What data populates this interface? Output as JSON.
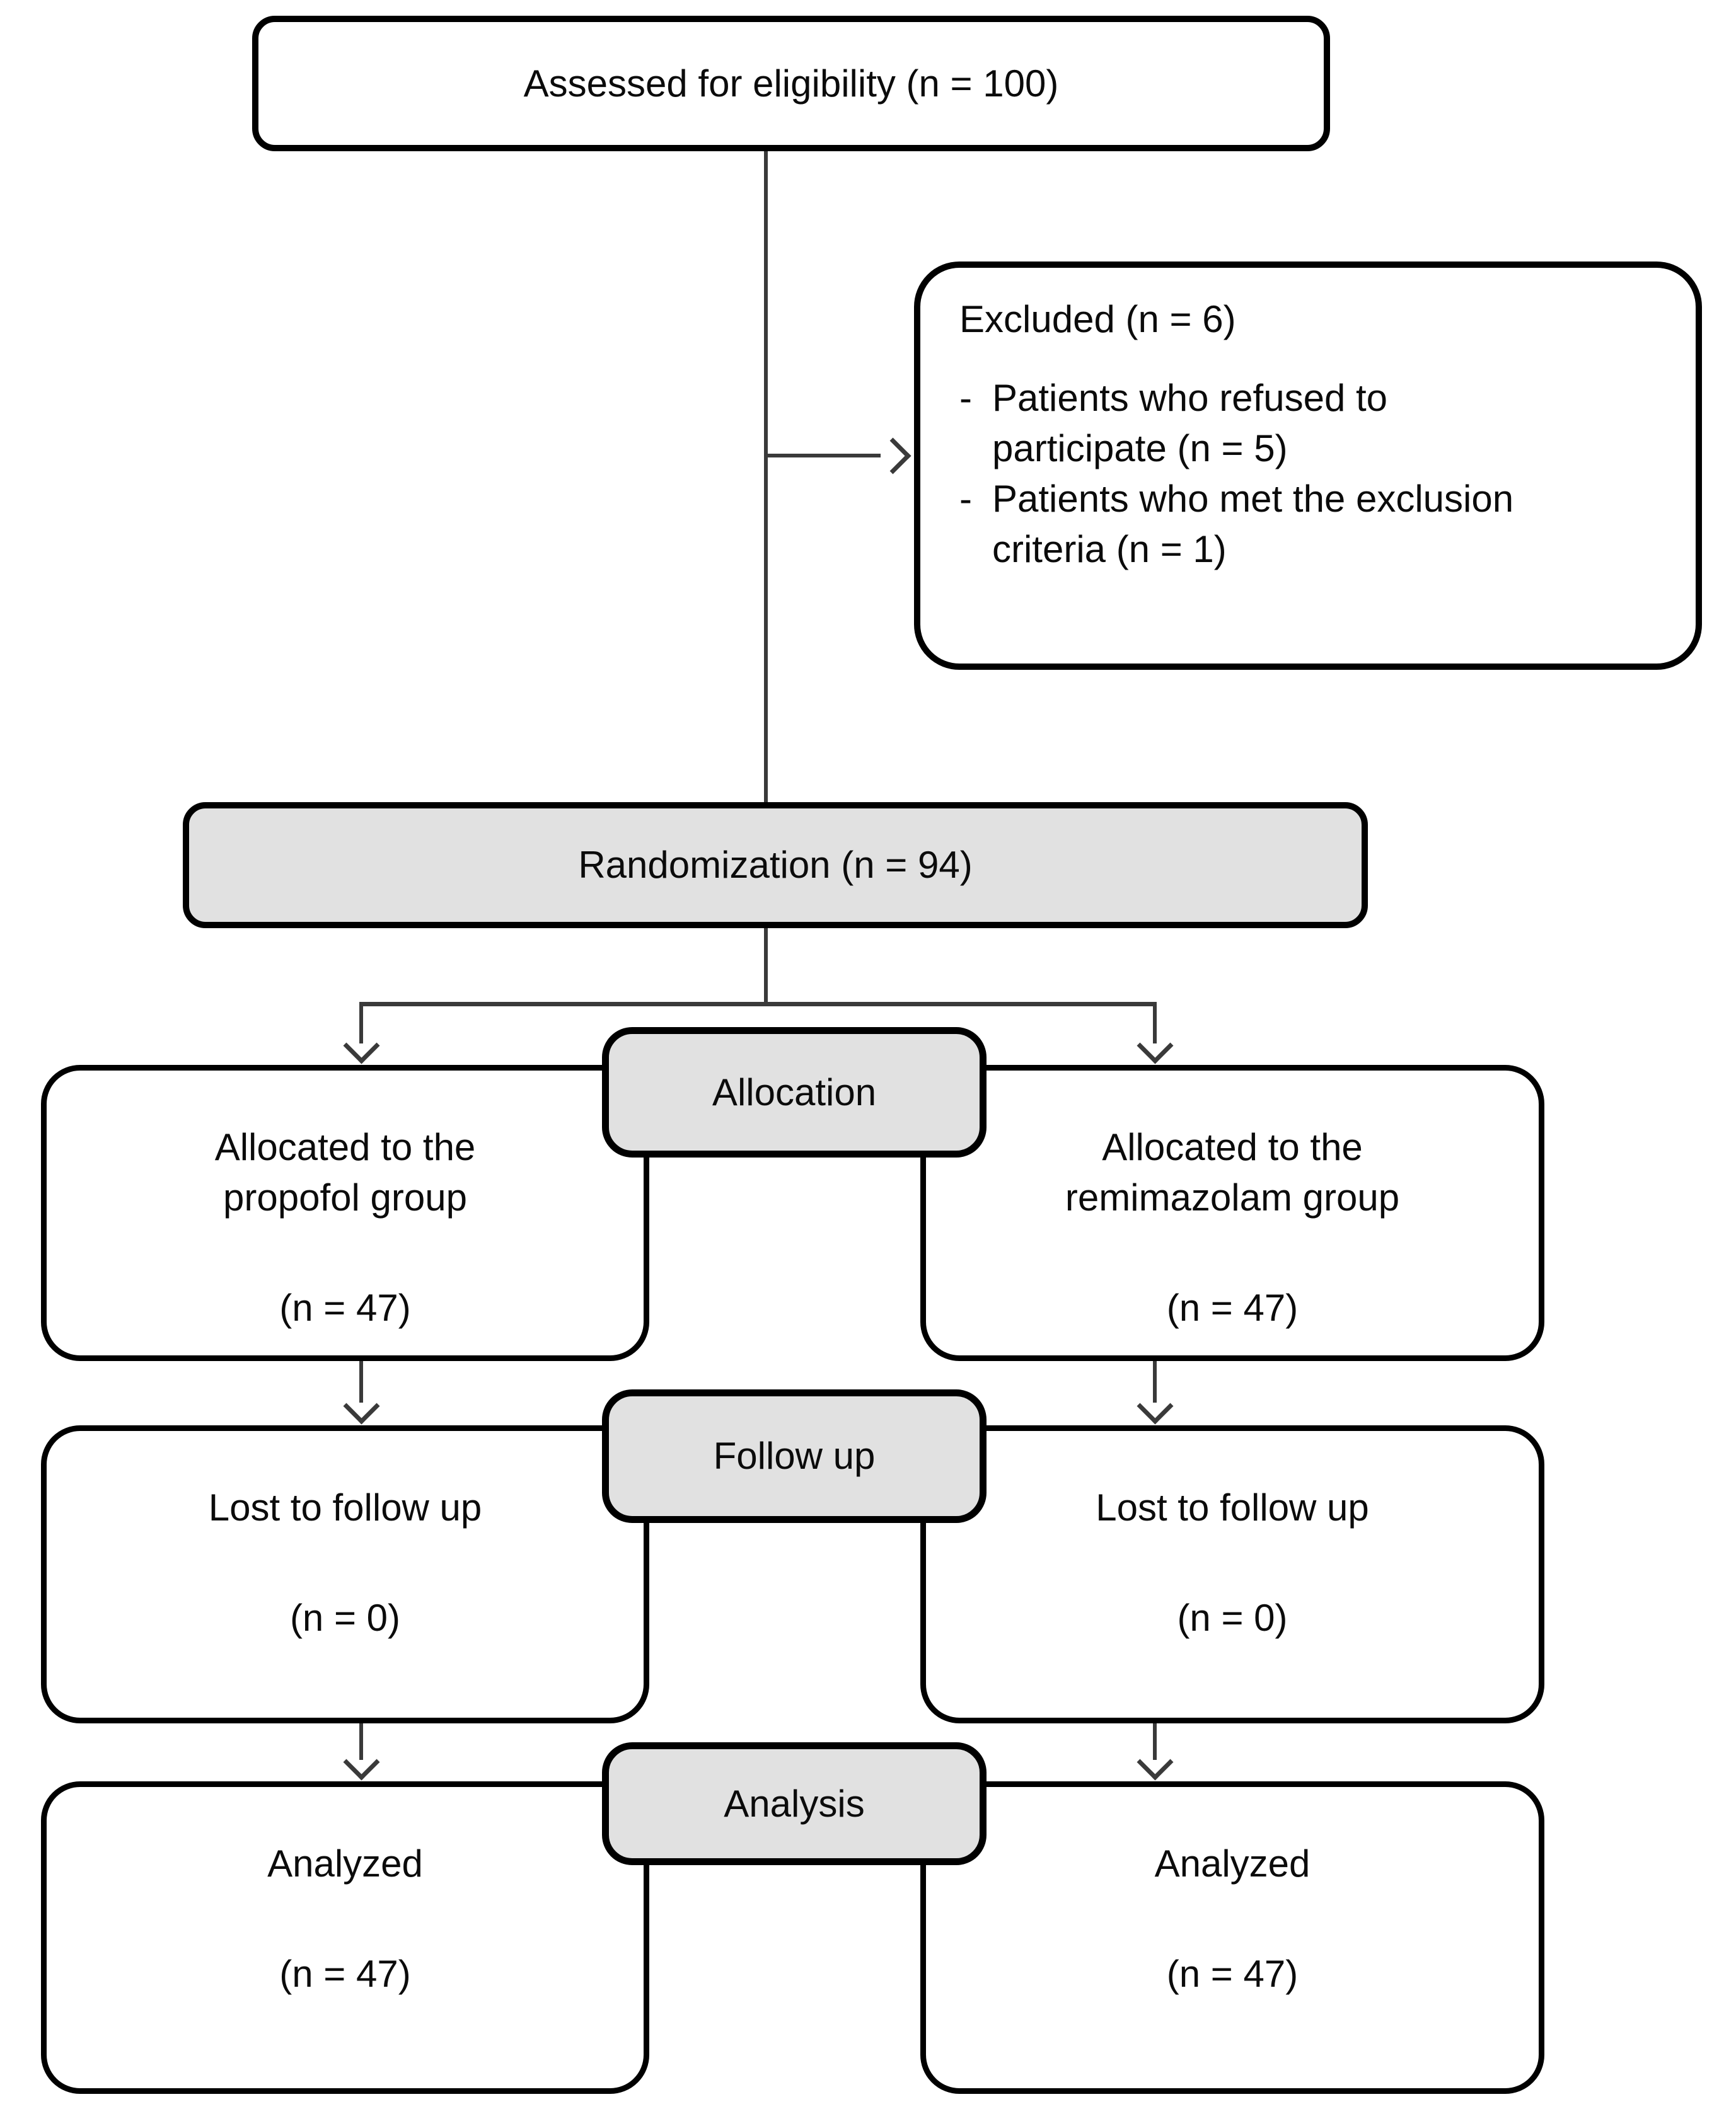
{
  "diagram": {
    "assessed": {
      "label": "Assessed for eligibility (n = 100)"
    },
    "excluded": {
      "title": "Excluded (n = 6)",
      "bullet_char": "-",
      "items": [
        {
          "text": "Patients who refused to\nparticipate (n = 5)"
        },
        {
          "text": "Patients who met the exclusion\ncriteria (n = 1)"
        }
      ]
    },
    "randomization": {
      "label": "Randomization (n = 94)"
    },
    "stages": {
      "allocation": {
        "label": "Allocation"
      },
      "followup": {
        "label": "Follow up"
      },
      "analysis": {
        "label": "Analysis"
      }
    },
    "allocation_left": {
      "label": "Allocated to the\npropofol group",
      "n": "(n = 47)"
    },
    "allocation_right": {
      "label": "Allocated to the\nremimazolam group",
      "n": "(n = 47)"
    },
    "followup_left": {
      "label": "Lost to follow up",
      "n": "(n = 0)"
    },
    "followup_right": {
      "label": "Lost to follow up",
      "n": "(n = 0)"
    },
    "analysis_left": {
      "label": "Analyzed",
      "n": "(n = 47)"
    },
    "analysis_right": {
      "label": "Analyzed",
      "n": "(n = 47)"
    }
  },
  "colors": {
    "box_fill": "#ffffff",
    "stage_fill": "#e1e1e1",
    "border": "#000000",
    "line": "#3a3a3a",
    "text": "#0b0b0b"
  }
}
